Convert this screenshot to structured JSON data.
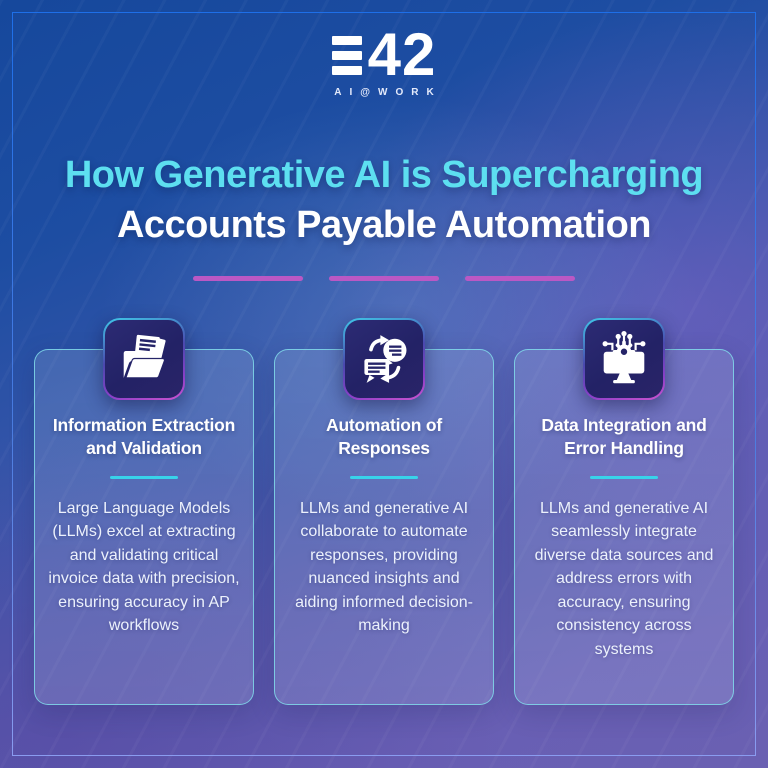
{
  "logo": {
    "brand_suffix": "42",
    "tagline": "AI@WORK"
  },
  "headline": {
    "line1": "How Generative AI is Supercharging",
    "line2": "Accounts Payable Automation"
  },
  "cards": [
    {
      "icon": "folder-documents-icon",
      "title_line1": "Information Extraction",
      "title_line2": "and Validation",
      "body": "Large Language Models (LLMs) excel at extracting and validating critical invoice data with precision, ensuring accuracy in AP workflows"
    },
    {
      "icon": "chat-exchange-icon",
      "title_line1": "Automation of",
      "title_line2": "Responses",
      "body": "LLMs and generative AI collaborate to automate responses, providing nuanced insights and aiding informed decision-making"
    },
    {
      "icon": "monitor-gear-network-icon",
      "title_line1": "Data Integration and",
      "title_line2": "Error Handling",
      "body": "LLMs and generative AI seamlessly integrate diverse data sources and address errors with accuracy, ensuring consistency across systems"
    }
  ],
  "colors": {
    "accent_cyan": "#5ddff0",
    "dash_pink": "#bb58c4",
    "card_border": "#80dbea",
    "frame_border_top": "#1e6fe8",
    "tile_background": "#252468",
    "background_top": "#16489c",
    "background_bottom": "#6a60b2"
  }
}
